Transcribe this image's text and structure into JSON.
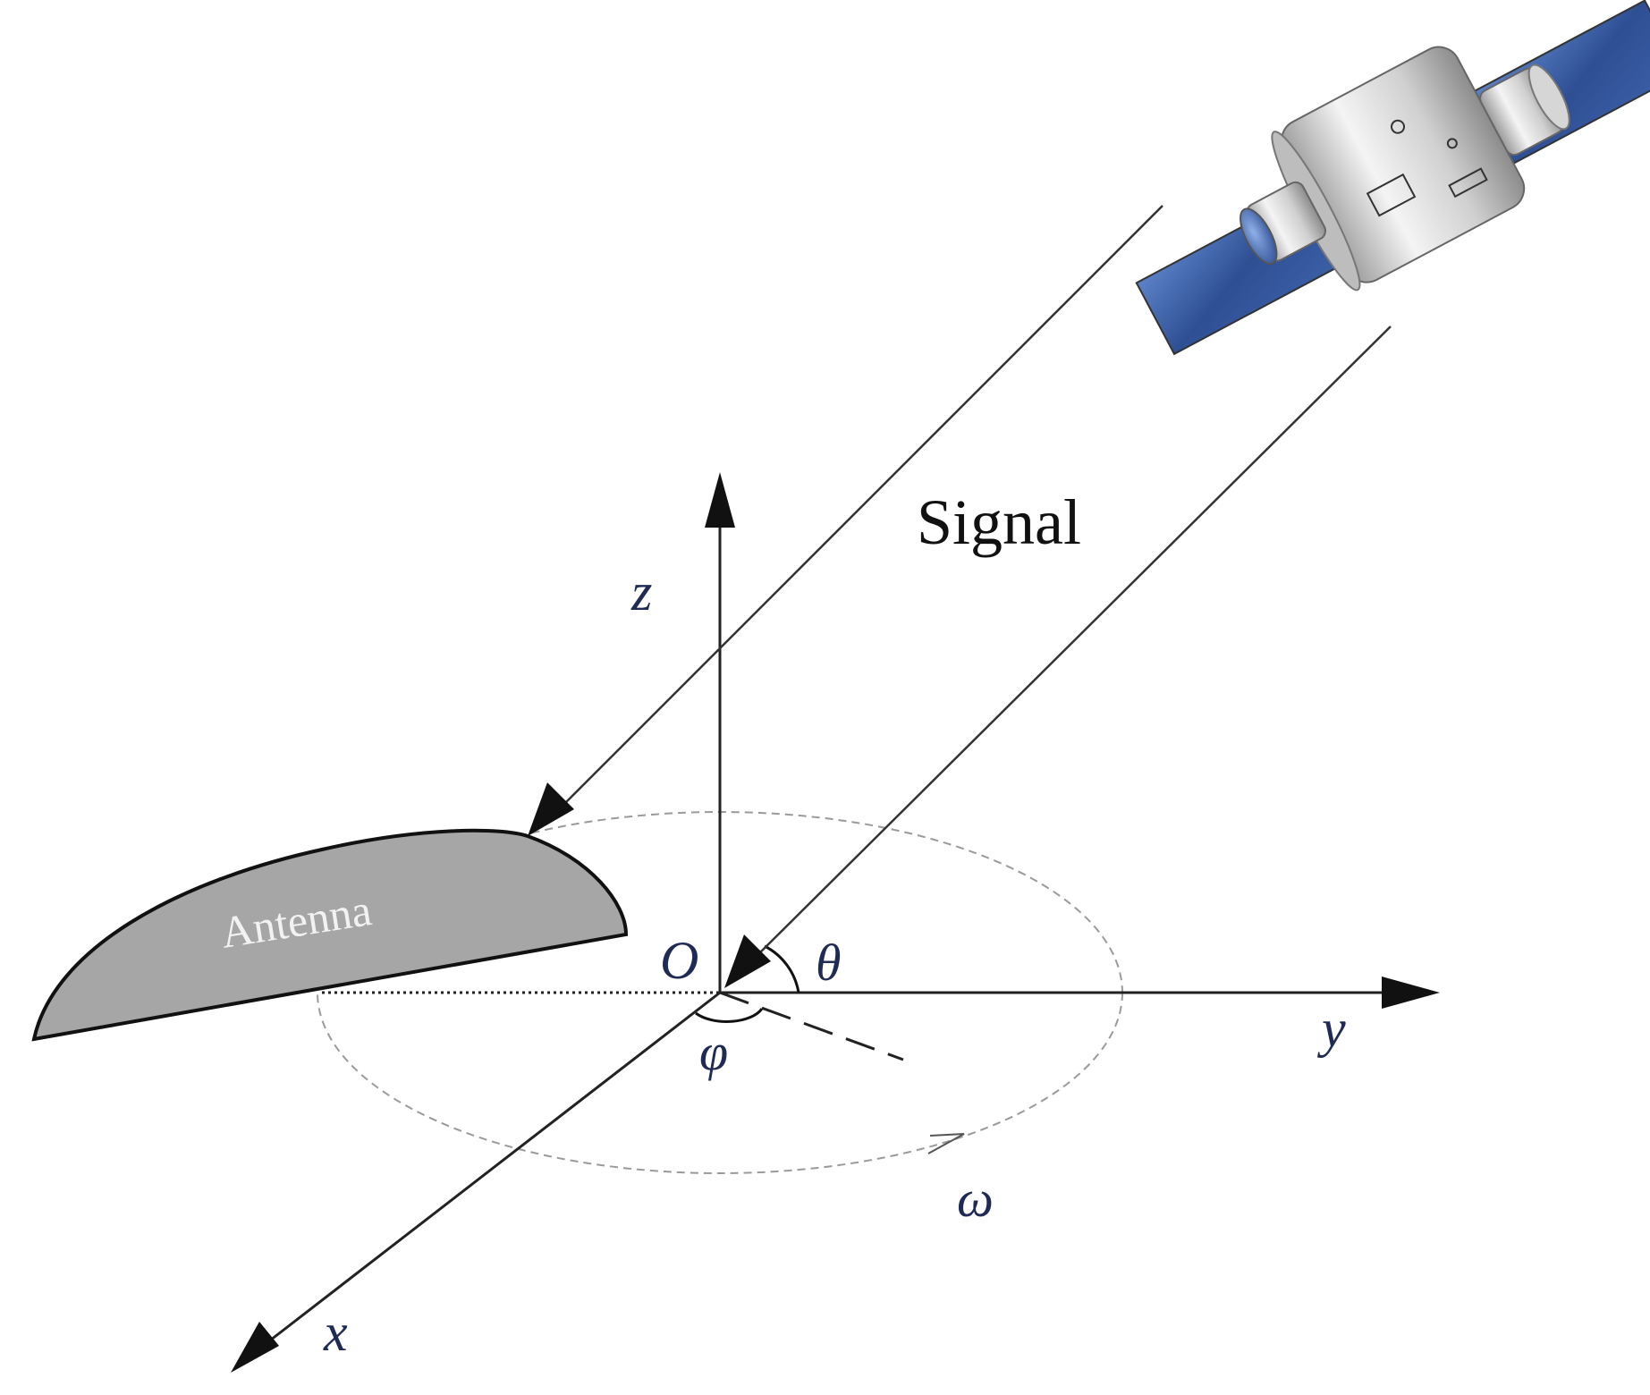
{
  "labels": {
    "signal": "Signal",
    "antenna": "Antenna",
    "origin": "O",
    "axis_x": "x",
    "axis_y": "y",
    "axis_z": "z",
    "theta": "θ",
    "phi": "φ",
    "omega": "ω"
  },
  "colors": {
    "line": "#222222",
    "antenna_fill": "#a6a6a6",
    "antenna_label": "#f2f2f2",
    "dashed_orbit": "#9a9a9a",
    "math_label": "#1f2a55",
    "panel_blue_dark": "#2c4a8a",
    "panel_blue_light": "#4f73b8",
    "body_silver": "#d9d9d9"
  },
  "icons": {
    "satellite": "satellite-icon",
    "antenna": "dish-antenna-icon"
  }
}
